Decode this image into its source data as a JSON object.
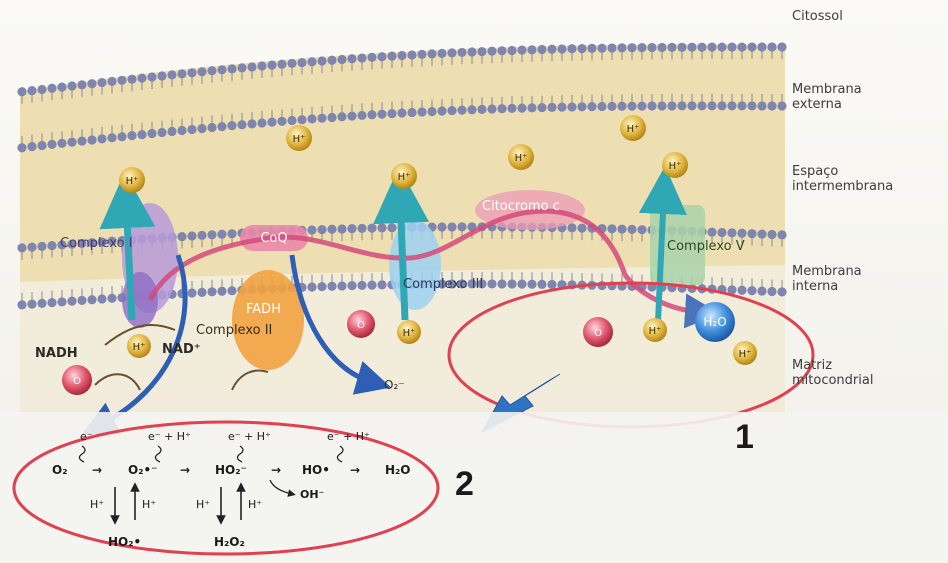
{
  "labels": {
    "citossol": "Citossol",
    "membrana_externa": [
      "Membrana",
      "externa"
    ],
    "espaco": [
      "Espaço",
      "intermembrana"
    ],
    "membrana_interna": [
      "Membrana",
      "interna"
    ],
    "matriz": [
      "Matriz",
      "mitocondrial"
    ]
  },
  "complexes": {
    "complexo_1": "Complexo I",
    "coq": "CoQ",
    "fadh": "FADH",
    "complexo_2": "Complexo II",
    "complexo_3": "Complexo III",
    "citocromo_c": "Citocromo c",
    "complexo_5": "Complexo V"
  },
  "molecules": {
    "h_plus": "H⁺",
    "nadh": "NADH",
    "nad": "NAD⁺",
    "o2": "O₂",
    "o2_radical": "O₂⁻",
    "h2o": "H₂O",
    "o": "O"
  },
  "numbers": {
    "one": "1",
    "two": "2"
  },
  "reactions": {
    "row1": [
      "e⁻",
      "e⁻ + H⁺",
      "e⁻ + H⁺",
      "e⁻ + H⁺"
    ],
    "row2": [
      "O₂",
      "→",
      "O₂•⁻",
      "→",
      "HO₂⁻",
      "→",
      "HO•",
      "→",
      "H₂O"
    ],
    "oh": "OH⁻",
    "h_labels": [
      "H⁺",
      "H⁺",
      "H⁺",
      "H⁺"
    ],
    "row4": [
      "HO₂•",
      "H₂O₂"
    ]
  },
  "colors": {
    "membrane_head": "#7e86b0",
    "intermembrane": "#eedfb3",
    "matrix": "#f1ead7",
    "highlight_circle": "#e04050",
    "arrow_blue": "#2f73c2",
    "proton": "#d6a830"
  }
}
